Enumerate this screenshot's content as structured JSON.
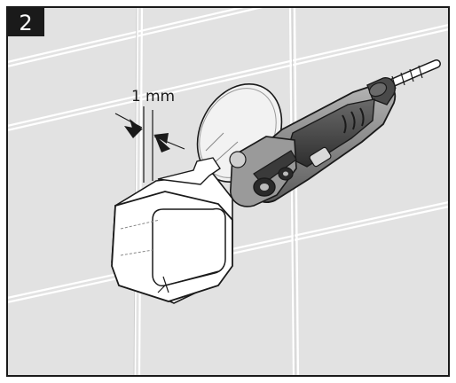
{
  "step": {
    "number": "2"
  },
  "dimension": {
    "value": "1",
    "unit": "mm"
  },
  "colors": {
    "tile_background": "#e2e2e2",
    "grout_line": "#ffffff",
    "outline": "#1a1a1a",
    "tool_body": "#8e8e8e",
    "tool_dark": "#3a3a3a",
    "badge_background": "#1a1a1a",
    "border": "#1a1a1a"
  },
  "icons": {
    "tool": "multi-tool-icon",
    "arrow": "dimension-arrow-icon"
  }
}
